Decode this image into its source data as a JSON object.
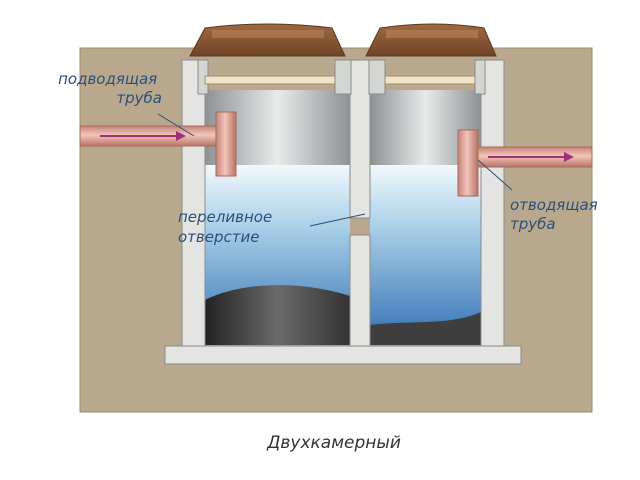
{
  "labels": {
    "inlet": [
      "подводящая",
      "труба"
    ],
    "outlet": [
      "отводящая",
      "труба"
    ],
    "overflow": [
      "переливное",
      "отверстие"
    ]
  },
  "caption": "Двухкамерный",
  "colors": {
    "soil": "#b8a98e",
    "concrete": "#e4e5e3",
    "concrete_edge": "#8a8c8a",
    "water_top": "#e6f2fa",
    "water_bottom": "#2f6fb2",
    "sludge": "#3a3a3a",
    "pipe": "#d89a8c",
    "flow_arrow": "#a0307a",
    "lid": "#8a5a3a",
    "label_text": "#2b4f7a"
  }
}
